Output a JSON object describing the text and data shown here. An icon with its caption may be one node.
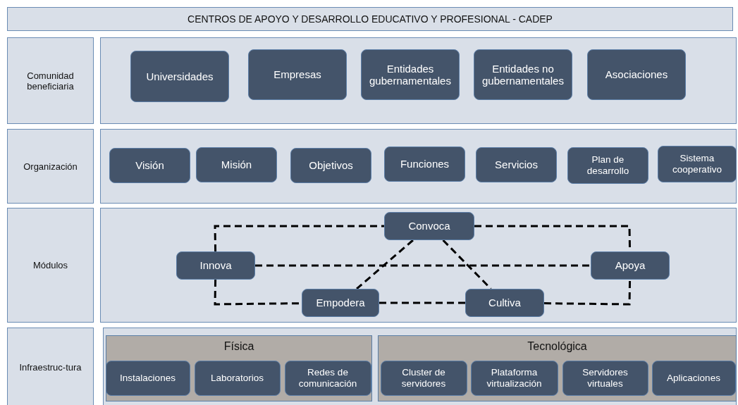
{
  "diagram": {
    "title": "CENTROS DE APOYO Y DESARROLLO EDUCATIVO Y PROFESIONAL - CADEP",
    "nodes": [
      {
        "text": [
          "Comunidad beneficiaria"
        ]
      },
      {
        "text": [
          "Universidades"
        ]
      },
      {
        "text": [
          "Empresas"
        ]
      },
      {
        "text": [
          "Entidades gubernamentales"
        ]
      },
      {
        "text": [
          "Entidades no gubernamentales"
        ]
      },
      {
        "text": [
          "Asociaciones"
        ]
      },
      {
        "text": [
          "Organización"
        ]
      },
      {
        "text": [
          "Visión"
        ]
      },
      {
        "text": [
          "Misión"
        ]
      },
      {
        "text": [
          "Objetivos"
        ]
      },
      {
        "text": [
          "Funciones"
        ]
      },
      {
        "text": [
          "Servicios"
        ]
      },
      {
        "text": [
          "Plan de desarrollo"
        ]
      },
      {
        "text": [
          "Sistema cooperativo"
        ]
      },
      {
        "text": [
          "Módulos"
        ]
      },
      {
        "text": [
          "Convoca"
        ]
      },
      {
        "text": [
          "Innova"
        ]
      },
      {
        "text": [
          "Apoya"
        ]
      },
      {
        "text": [
          "Empodera"
        ]
      },
      {
        "text": [
          "Cultiva"
        ]
      },
      {
        "text": [
          "Infraestruc-tura"
        ]
      },
      {
        "text": [
          "Física"
        ]
      },
      {
        "text": [
          "Instalaciones"
        ],
        "in": 21
      },
      {
        "text": [
          "Laboratorios"
        ],
        "in": 21
      },
      {
        "text": [
          "Redes de comunicación"
        ],
        "in": 21
      },
      {
        "text": [
          "Tecnológica"
        ]
      },
      {
        "text": [
          "Cluster de servidores"
        ],
        "in": 25
      },
      {
        "text": [
          "Plataforma virtualización"
        ],
        "in": 25
      },
      {
        "text": [
          "Servidores virtuales"
        ],
        "in": 25
      },
      {
        "text": [
          "Aplicaciones"
        ],
        "in": 25
      }
    ],
    "edges": [
      {
        "from": 16,
        "to": 15,
        "arrow": "none",
        "style": "dashed"
      },
      {
        "from": 15,
        "to": 17,
        "arrow": "none",
        "style": "dashed"
      },
      {
        "from": 16,
        "to": 17,
        "arrow": "none",
        "style": "dashed"
      },
      {
        "from": 15,
        "to": 18,
        "arrow": "none",
        "style": "dashed"
      },
      {
        "from": 15,
        "to": 19,
        "arrow": "none",
        "style": "dashed"
      },
      {
        "from": 16,
        "to": 18,
        "arrow": "none",
        "style": "dashed"
      },
      {
        "from": 18,
        "to": 19,
        "arrow": "none",
        "style": "dashed"
      },
      {
        "from": 19,
        "to": 17,
        "arrow": "none",
        "style": "dashed"
      }
    ]
  }
}
